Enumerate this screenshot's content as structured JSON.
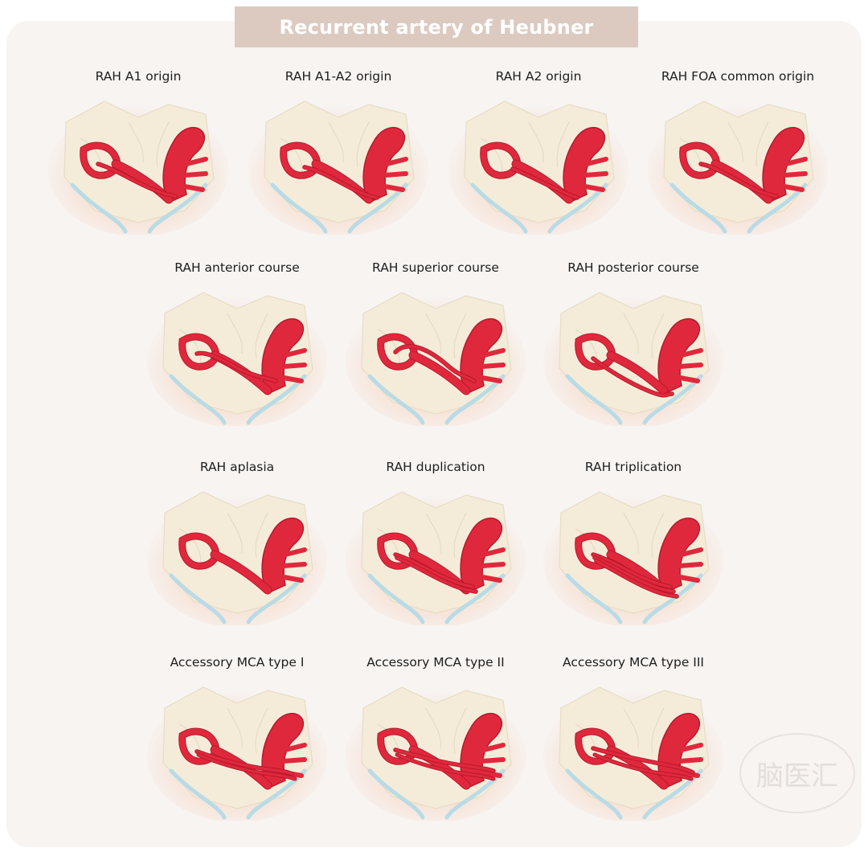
{
  "title": "Recurrent artery of Heubner",
  "variants": [
    {
      "label": "RAH A1 origin"
    },
    {
      "label": "RAH A1-A2 origin"
    },
    {
      "label": "RAH A2 origin"
    },
    {
      "label": "RAH FOA common origin"
    },
    {
      "label": "RAH anterior course"
    },
    {
      "label": "RAH superior course"
    },
    {
      "label": "RAH posterior course"
    },
    {
      "label": "RAH aplasia"
    },
    {
      "label": "RAH duplication"
    },
    {
      "label": "RAH triplication"
    },
    {
      "label": "Accessory MCA type I"
    },
    {
      "label": "Accessory MCA type II"
    },
    {
      "label": "Accessory MCA type III"
    }
  ],
  "watermark": "脑医汇",
  "colors": {
    "title_bar": "#dccac0",
    "artery": "#e0283c",
    "artery_shadow": "#b8182c",
    "brain": "#f4ecd9",
    "orbit_glow": "#f6c7ab",
    "nerve": "#b9dbe6",
    "background_panel": "#f7f4f2"
  }
}
